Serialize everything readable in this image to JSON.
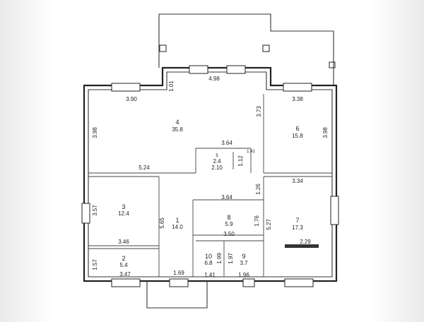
{
  "rooms": [
    {
      "id": "r4",
      "number": "4",
      "area": "35.8"
    },
    {
      "id": "r5",
      "number": "5",
      "area": "2.4"
    },
    {
      "id": "r6",
      "number": "6",
      "area": "15.8"
    },
    {
      "id": "r3",
      "number": "3",
      "area": "12.4"
    },
    {
      "id": "r1",
      "number": "1",
      "area": "14.0"
    },
    {
      "id": "r8",
      "number": "8",
      "area": "5.9"
    },
    {
      "id": "r7",
      "number": "7",
      "area": "17.3"
    },
    {
      "id": "r2",
      "number": "2",
      "area": "5.4"
    },
    {
      "id": "r10",
      "number": "10",
      "area": "6.8"
    },
    {
      "id": "r9",
      "number": "9",
      "area": "3.7"
    }
  ],
  "dimensions": [
    "4.98",
    "1.01",
    "3.90",
    "3.38",
    "3.98",
    "3.73",
    "3.98",
    "3.64",
    "1.41",
    "1.12",
    "2.10",
    "5.24",
    "1.26",
    "3.34",
    "3.64",
    "3.57",
    "5.65",
    "1.76",
    "5.27",
    "3.46",
    "3.50",
    "2.29",
    "1.57",
    "1.99",
    "1.97",
    "3.47",
    "1.69",
    "1.41",
    "1.96"
  ]
}
